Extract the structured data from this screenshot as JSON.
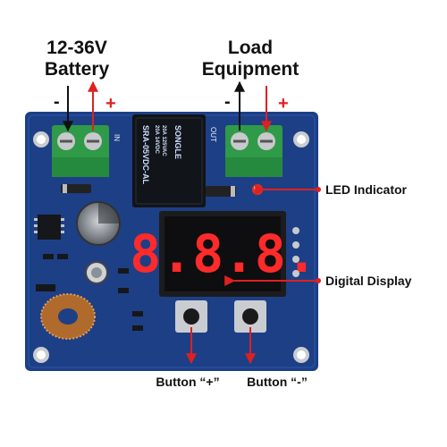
{
  "labels": {
    "battery_line1": "12-36V",
    "battery_line2": "Battery",
    "load_line1": "Load",
    "load_line2": "Equipment",
    "minus": "-",
    "plus": "+",
    "led_indicator": "LED Indicator",
    "digital_display": "Digital Display",
    "button_plus": "Button “+”",
    "button_minus": "Button “-”"
  },
  "board": {
    "relay_brand": "SONGLE",
    "relay_model": "SRA-05VDC-AL",
    "relay_rating_1": "20A 14VDC",
    "relay_rating_2": "20A 125VAC",
    "in_label": "IN",
    "out_label": "OUT",
    "display_digits": "8.8.8."
  },
  "colors": {
    "pcb": "#1d3f86",
    "terminal": "#2f9a48",
    "relay": "#111418",
    "arrow_red": "#e02020",
    "arrow_black": "#111111"
  }
}
